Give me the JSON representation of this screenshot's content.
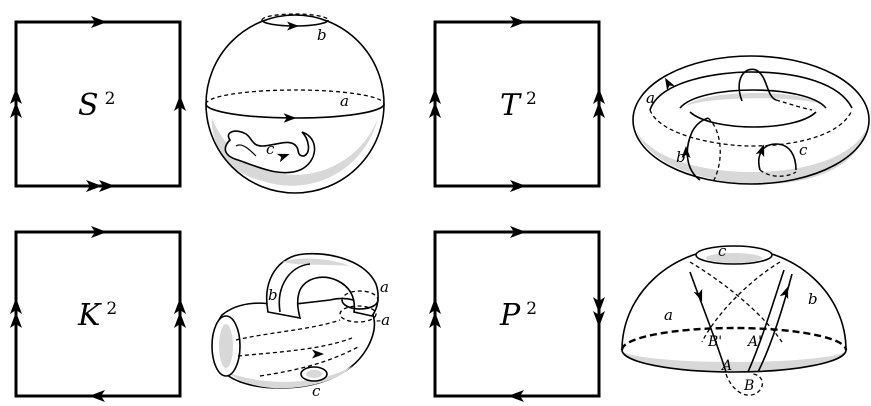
{
  "surfaces": [
    {
      "symbol": "S",
      "exponent": "2",
      "path_labels": [
        "a",
        "b",
        "c"
      ]
    },
    {
      "symbol": "T",
      "exponent": "2",
      "path_labels": [
        "a",
        "b",
        "c"
      ]
    },
    {
      "symbol": "K",
      "exponent": "2",
      "path_labels": [
        "a",
        "-a",
        "b",
        "c"
      ]
    },
    {
      "symbol": "P",
      "exponent": "2",
      "path_labels": [
        "a",
        "b",
        "c",
        "A",
        "B",
        "A'",
        "B'"
      ]
    }
  ]
}
